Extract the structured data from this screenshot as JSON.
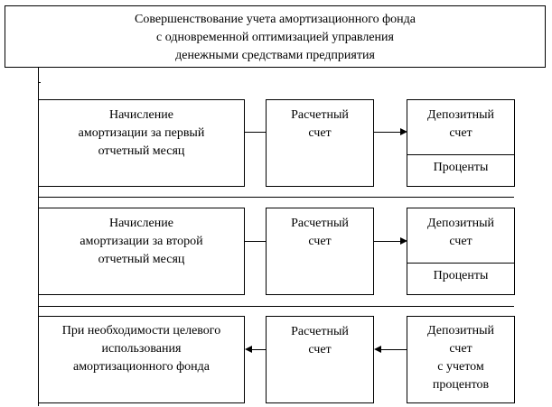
{
  "title": "Совершенствование учета амортизационного фонда\nс одновременной оптимизацией управления\nденежными средствами предприятия",
  "rows": [
    {
      "left": "Начисление\nамортизации за первый\nотчетный месяц",
      "middle": "Расчетный\nсчет",
      "right_top": "Депозитный\nсчет",
      "right_bottom": "Проценты",
      "flow": "middle-to-right"
    },
    {
      "left": "Начисление\nамортизации за второй\nотчетный месяц",
      "middle": "Расчетный\nсчет",
      "right_top": "Депозитный\nсчет",
      "right_bottom": "Проценты",
      "flow": "middle-to-right"
    },
    {
      "left": "При необходимости целевого\nиспользования\nамортизационного фонда",
      "middle": "Расчетный\nсчет",
      "right": "Депозитный\nсчет\nс учетом\nпроцентов",
      "flow": "right-to-middle-to-left"
    }
  ]
}
